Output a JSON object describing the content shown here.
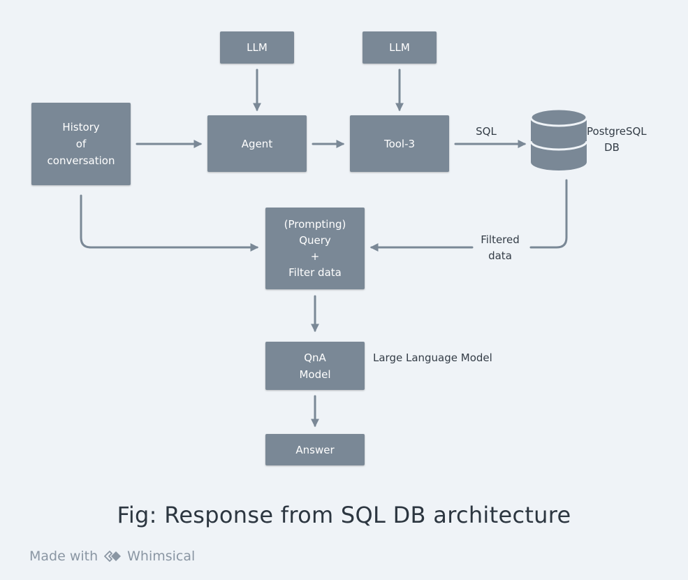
{
  "diagram": {
    "nodes": {
      "llm_1": [
        "LLM"
      ],
      "llm_2": [
        "LLM"
      ],
      "history": [
        "History",
        "of",
        "conversation"
      ],
      "agent": [
        "Agent"
      ],
      "tool": [
        "Tool-3"
      ],
      "prompting": [
        "(Prompting)",
        "Query",
        "+",
        "Filter data"
      ],
      "qna": [
        "QnA",
        "Model"
      ],
      "answer": [
        "Answer"
      ]
    },
    "database": [
      "PostgreSQL",
      "DB"
    ],
    "edge_labels": {
      "sql": "SQL",
      "filtered": [
        "Filtered",
        "data"
      ]
    },
    "annotations": {
      "llm_note": "Large Language Model"
    }
  },
  "caption": "Fig: Response from SQL DB architecture",
  "footer": {
    "made_with": "Made with",
    "brand": "Whimsical"
  },
  "colors": {
    "node_fill": "#7a8896",
    "edge": "#7a8896",
    "background": "#eff3f7"
  }
}
